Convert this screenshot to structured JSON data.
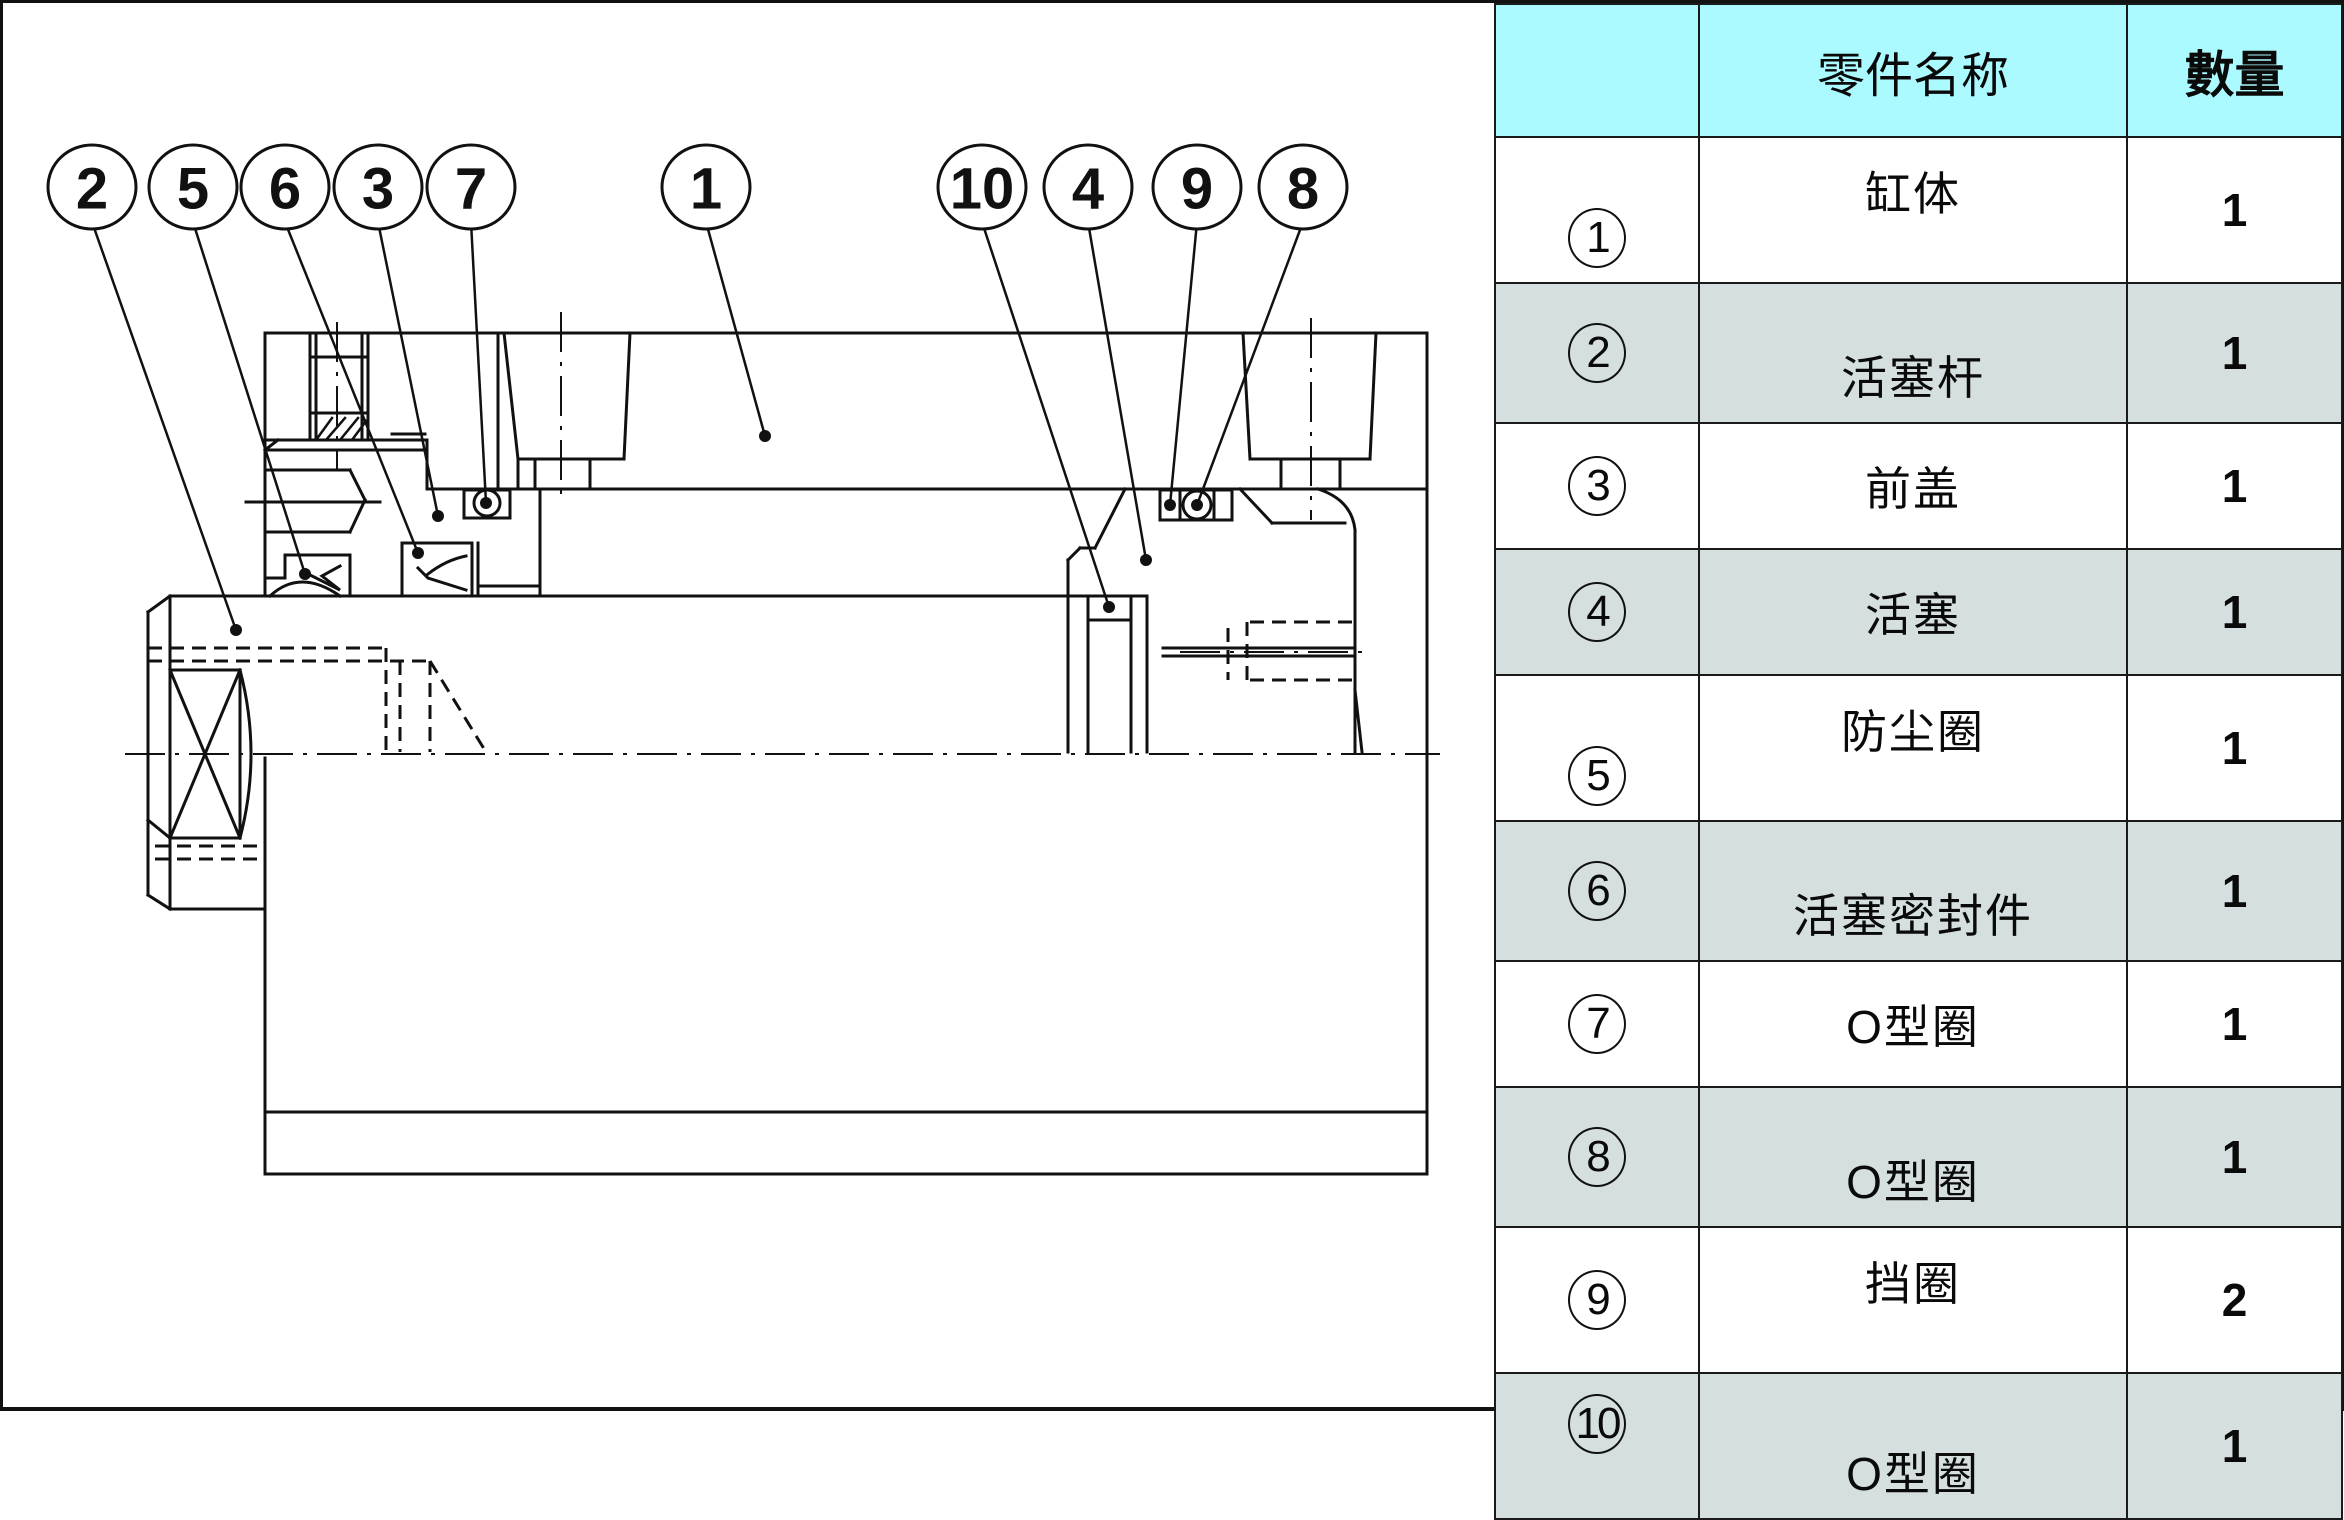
{
  "table": {
    "header": {
      "num": "",
      "name": "零件名称",
      "qty": "數量"
    },
    "rows": [
      {
        "num": "1",
        "name": "缸体",
        "qty": "1"
      },
      {
        "num": "2",
        "name": "活塞杆",
        "qty": "1"
      },
      {
        "num": "3",
        "name": "前盖",
        "qty": "1"
      },
      {
        "num": "4",
        "name": "活塞",
        "qty": "1"
      },
      {
        "num": "5",
        "name": "防尘圈",
        "qty": "1"
      },
      {
        "num": "6",
        "name": "活塞密封件",
        "qty": "1"
      },
      {
        "num": "7",
        "name": "O型圈",
        "qty": "1"
      },
      {
        "num": "8",
        "name": "O型圈",
        "qty": "1"
      },
      {
        "num": "9",
        "name": "挡圈",
        "qty": "2"
      },
      {
        "num": "10",
        "name": "O型圈",
        "qty": "1"
      }
    ]
  },
  "drawing": {
    "callouts": [
      "2",
      "5",
      "6",
      "3",
      "7",
      "1",
      "10",
      "4",
      "9",
      "8"
    ]
  },
  "colors": {
    "header_bg": "#aafaff",
    "alt_row_bg": "#d6dfe0",
    "line": "#111111"
  }
}
